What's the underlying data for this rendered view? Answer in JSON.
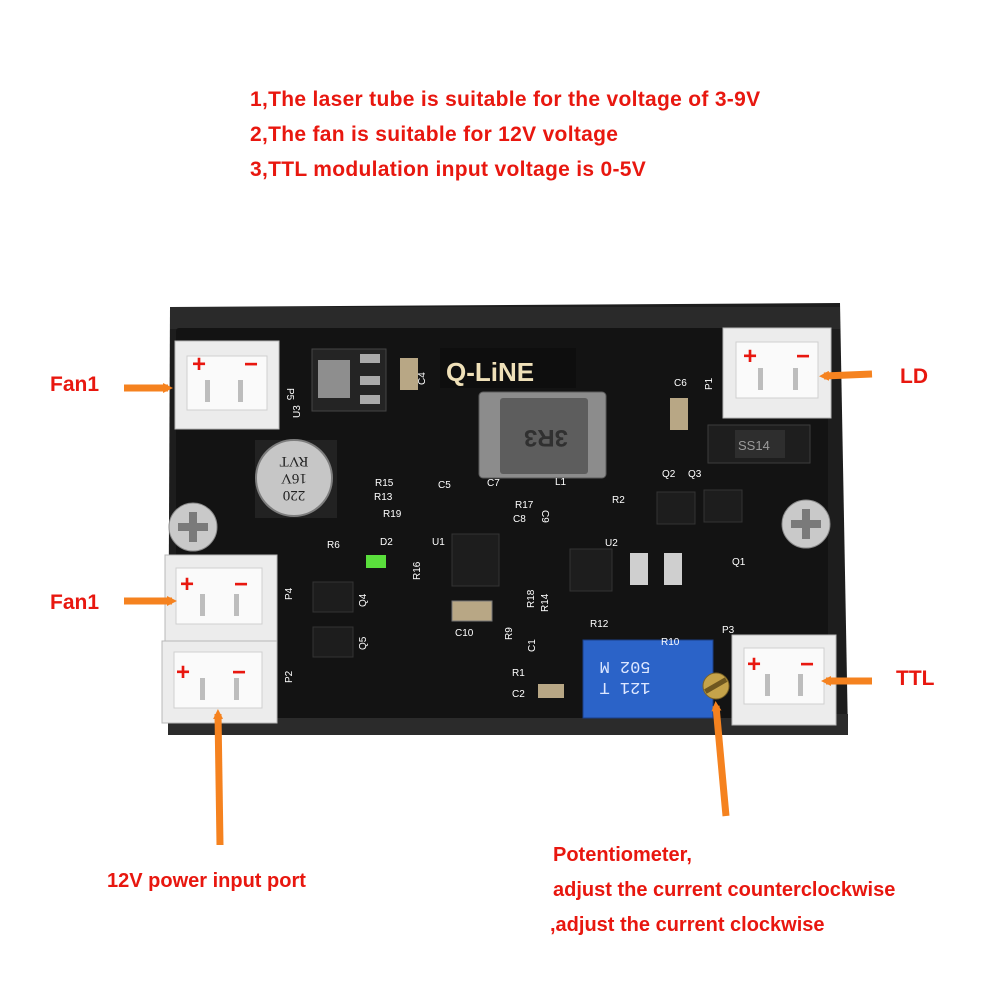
{
  "notes": [
    "1,The laser tube is suitable for the voltage of 3-9V",
    "2,The fan is suitable for 12V voltage",
    "3,TTL modulation input voltage is 0-5V"
  ],
  "labels": {
    "fan1_top": "Fan1",
    "fan1_mid": "Fan1",
    "ld": "LD",
    "ttl": "TTL",
    "power": "12V power input port"
  },
  "potentiometer_lines": [
    "Potentiometer,",
    "adjust the current counterclockwise",
    ",adjust the current clockwise"
  ],
  "board": {
    "logo": "Q-LiNE",
    "inductor": "3R3",
    "capacitor_lines": [
      "220",
      "16V",
      "RVT"
    ],
    "diode": "SS14",
    "pot_lines": [
      "121 T",
      "502 M"
    ]
  },
  "silkscreen": [
    "P5",
    "U3",
    "C4",
    "C6",
    "P1",
    "L1",
    "R15",
    "R13",
    "C5",
    "R19",
    "D2",
    "U1",
    "R17",
    "C8",
    "C9",
    "C7",
    "R2",
    "Q2",
    "Q3",
    "U2",
    "Q1",
    "R6",
    "R16",
    "R18",
    "R14",
    "R12",
    "C10",
    "R9",
    "C1",
    "R10",
    "P3",
    "P4",
    "Q4",
    "Q5",
    "P2",
    "R1",
    "C2"
  ],
  "colors": {
    "annotation": "#e8170f",
    "arrow": "#f5821f",
    "pcb": "#131313"
  }
}
